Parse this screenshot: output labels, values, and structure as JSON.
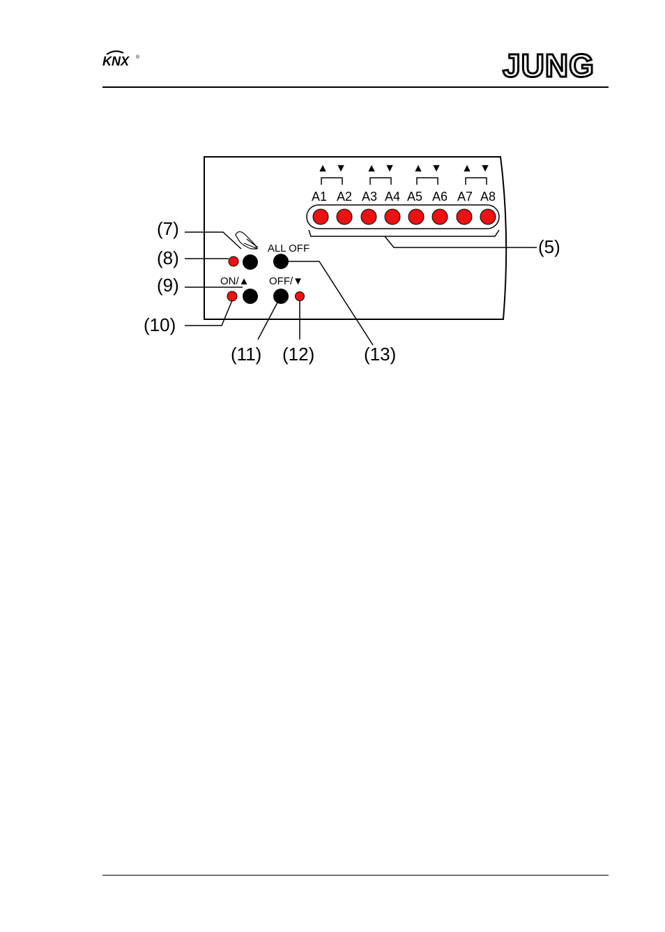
{
  "header": {
    "knx_logo_text": "KNX",
    "knx_registered": "®",
    "jung_logo_text": "JUNG"
  },
  "diagram": {
    "channel_labels": [
      "A1",
      "A2",
      "A3",
      "A4",
      "A5",
      "A6",
      "A7",
      "A8"
    ],
    "group_arrows": [
      "▲",
      "▼"
    ],
    "all_off_label": "ALL OFF",
    "on_label": "ON/▲",
    "off_label": "OFF/▼",
    "callouts": {
      "c5": "(5)",
      "c7": "(7)",
      "c8": "(8)",
      "c9": "(9)",
      "c10": "(10)",
      "c11": "(11)",
      "c12": "(12)",
      "c13": "(13)"
    },
    "colors": {
      "led_red": "#ee1111",
      "outline": "#000000"
    }
  }
}
